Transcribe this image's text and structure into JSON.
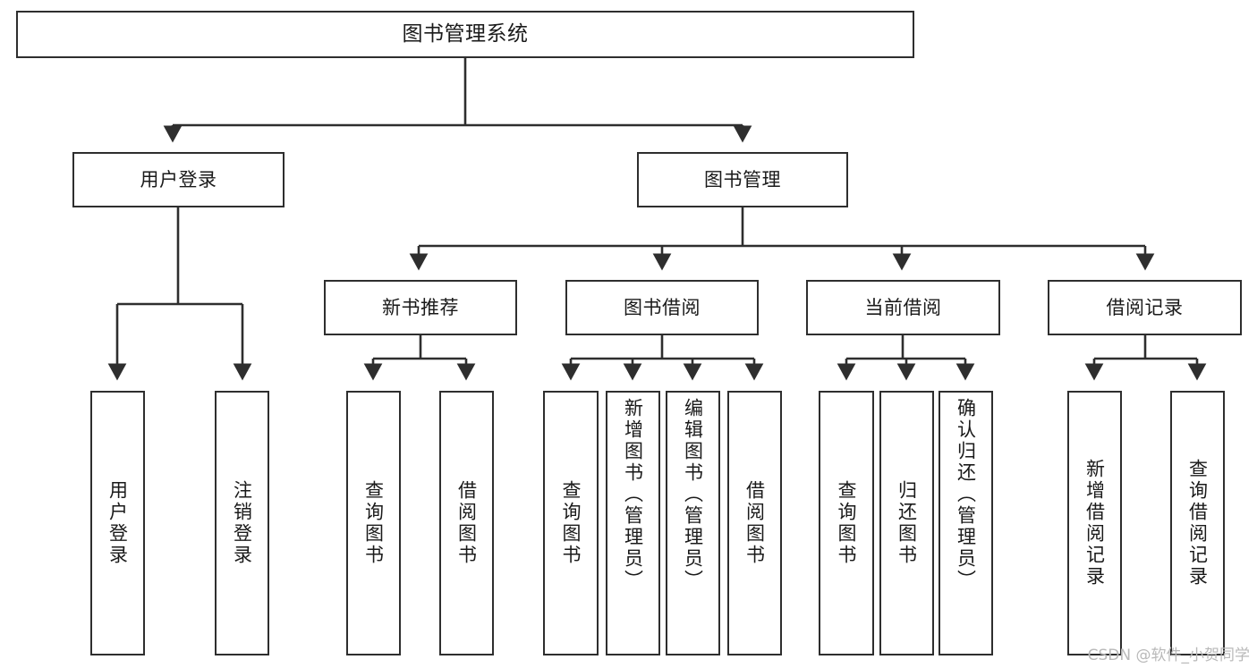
{
  "diagram": {
    "title": "图书管理系统",
    "watermark": "CSDN @软件_小贺同学",
    "stroke_color": "#2e2e2e",
    "text_color": "#1a1a1a",
    "background": "#ffffff"
  },
  "nodes": {
    "root": {
      "label": "图书管理系统"
    },
    "level1": [
      {
        "label": "用户登录"
      },
      {
        "label": "图书管理"
      }
    ],
    "level2": [
      {
        "label": "新书推荐"
      },
      {
        "label": "图书借阅"
      },
      {
        "label": "当前借阅"
      },
      {
        "label": "借阅记录"
      }
    ],
    "leaves_user_login": [
      {
        "label": "用户登录"
      },
      {
        "label": "注销登录"
      }
    ],
    "leaves_new_books": [
      {
        "label": "查询图书"
      },
      {
        "label": "借阅图书"
      }
    ],
    "leaves_borrow": [
      {
        "label": "查询图书"
      },
      {
        "label": "新增图书（管理员）"
      },
      {
        "label": "编辑图书（管理员）"
      },
      {
        "label": "借阅图书"
      }
    ],
    "leaves_current": [
      {
        "label": "查询图书"
      },
      {
        "label": "归还图书"
      },
      {
        "label": "确认归还（管理员）"
      }
    ],
    "leaves_records": [
      {
        "label": "新增借阅记录"
      },
      {
        "label": "查询借阅记录"
      }
    ]
  }
}
